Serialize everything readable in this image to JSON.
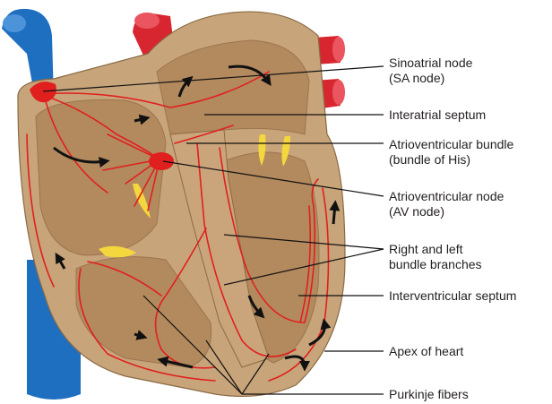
{
  "labels": {
    "sa_node": {
      "line1": "Sinoatrial node",
      "line2": "(SA node)"
    },
    "interatrial_septum": {
      "line1": "Interatrial septum"
    },
    "bundle_of_his": {
      "line1": "Atrioventricular bundle",
      "line2": "(bundle of His)"
    },
    "av_node": {
      "line1": "Atrioventricular node",
      "line2": "(AV node)"
    },
    "bundle_branches": {
      "line1": "Right and left",
      "line2": "bundle branches"
    },
    "interventricular_septum": {
      "line1": "Interventricular septum"
    },
    "apex": {
      "line1": "Apex of heart"
    },
    "purkinje": {
      "line1": "Purkinje fibers"
    }
  },
  "colors": {
    "heart_wall": "#c8a47a",
    "chamber": "#b38a5e",
    "vessel_blue": "#1f6fc0",
    "vessel_red": "#d7262f",
    "conduction": "#e0201e",
    "valve": "#f4d63d",
    "arrow": "#111111",
    "leader": "#111111"
  }
}
